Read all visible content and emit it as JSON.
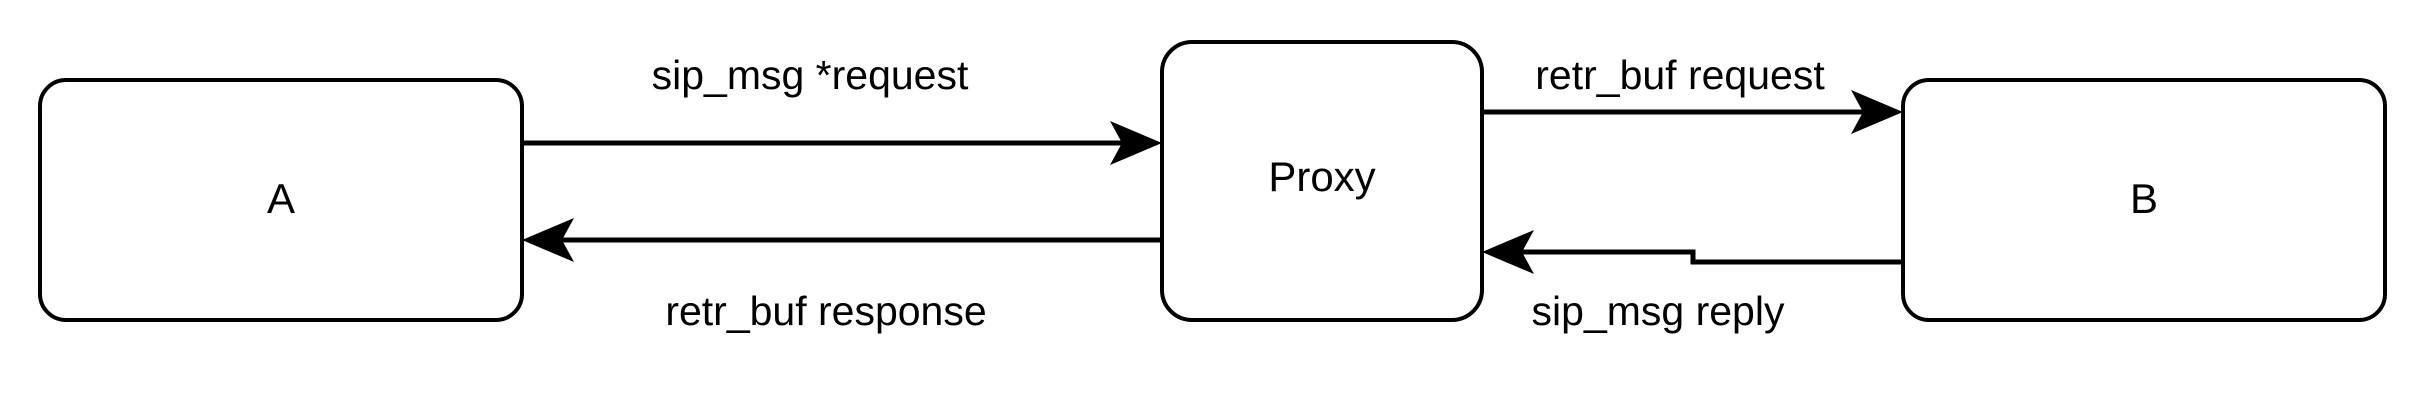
{
  "diagram": {
    "type": "flow-diagram",
    "background_color": "#ffffff",
    "stroke_color": "#000000",
    "text_color": "#000000",
    "nodes": [
      {
        "id": "a",
        "label": "A",
        "shape": "rounded-rectangle"
      },
      {
        "id": "proxy",
        "label": "Proxy",
        "shape": "rounded-rectangle"
      },
      {
        "id": "b",
        "label": "B",
        "shape": "rounded-rectangle"
      }
    ],
    "edges": [
      {
        "id": "a-to-proxy",
        "label": "sip_msg *request",
        "from": "a",
        "to": "proxy",
        "direction": "right"
      },
      {
        "id": "proxy-to-a",
        "label": "retr_buf response",
        "from": "proxy",
        "to": "a",
        "direction": "left"
      },
      {
        "id": "proxy-to-b",
        "label": "retr_buf request",
        "from": "proxy",
        "to": "b",
        "direction": "right"
      },
      {
        "id": "b-to-proxy",
        "label": "sip_msg reply",
        "from": "b",
        "to": "proxy",
        "direction": "left"
      }
    ]
  }
}
